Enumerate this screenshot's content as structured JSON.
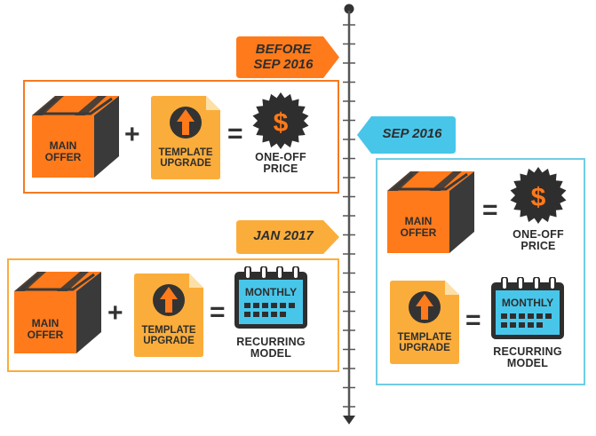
{
  "colors": {
    "orange": "#ff7a1a",
    "orange_light": "#fbad3b",
    "dark": "#2e2e2e",
    "blue": "#48c6ea",
    "blue_border": "#6fcde4",
    "timeline": "#555555"
  },
  "timeline": {
    "tags": {
      "before_sep_2016": "BEFORE\nSEP 2016",
      "jan_2017": "JAN 2017",
      "sep_2016": "SEP 2016"
    }
  },
  "panels": {
    "before": {
      "main_offer": "MAIN\nOFFER",
      "template_upgrade": "TEMPLATE\nUPGRADE",
      "result": "ONE-OFF\nPRICE",
      "plus": "+",
      "equals": "="
    },
    "jan": {
      "main_offer": "MAIN\nOFFER",
      "template_upgrade": "TEMPLATE\nUPGRADE",
      "calendar_label": "MONTHLY",
      "result": "RECURRING\nMODEL",
      "plus": "+",
      "equals": "="
    },
    "sep": {
      "main_offer": "MAIN\nOFFER",
      "result_one": "ONE-OFF\nPRICE",
      "template_upgrade": "TEMPLATE\nUPGRADE",
      "calendar_label": "MONTHLY",
      "result_two": "RECURRING\nMODEL",
      "equals": "="
    }
  },
  "icons": [
    "box-icon",
    "upload-document-icon",
    "price-badge-icon",
    "calendar-icon"
  ]
}
